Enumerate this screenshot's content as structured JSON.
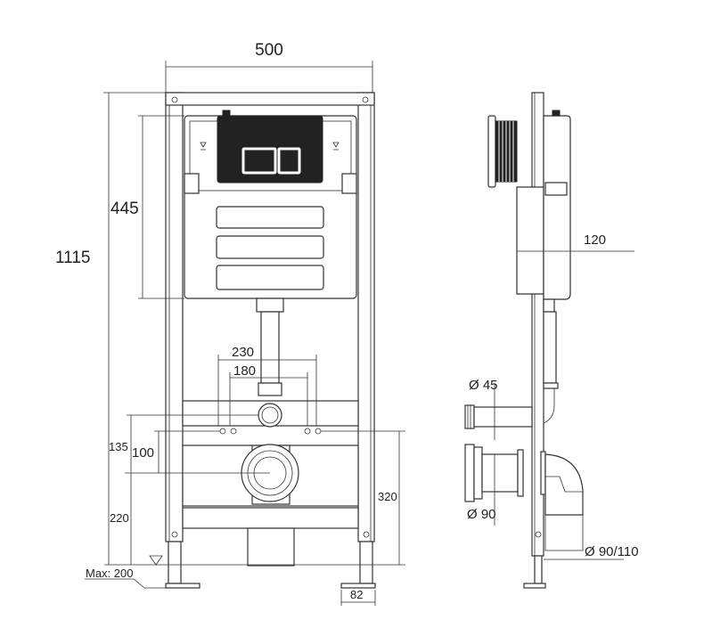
{
  "title": "Concealed cistern frame – dimension drawing",
  "front_view": {
    "width_label": "500",
    "height_label": "1115",
    "cistern_height_label": "445",
    "bolt_outer_label": "230",
    "bolt_inner_label": "180",
    "inlet_offset_label": "135",
    "bolt_to_outlet_label": "100",
    "outlet_height_label": "220",
    "bolt_height_label": "320",
    "leg_extension_label": "Max: 200",
    "foot_width_label": "82"
  },
  "side_view": {
    "depth_label": "120",
    "inlet_diameter_label": "Ø 45",
    "outlet_diameter_label": "Ø 90",
    "drain_diameter_label": "Ø 90/110"
  }
}
